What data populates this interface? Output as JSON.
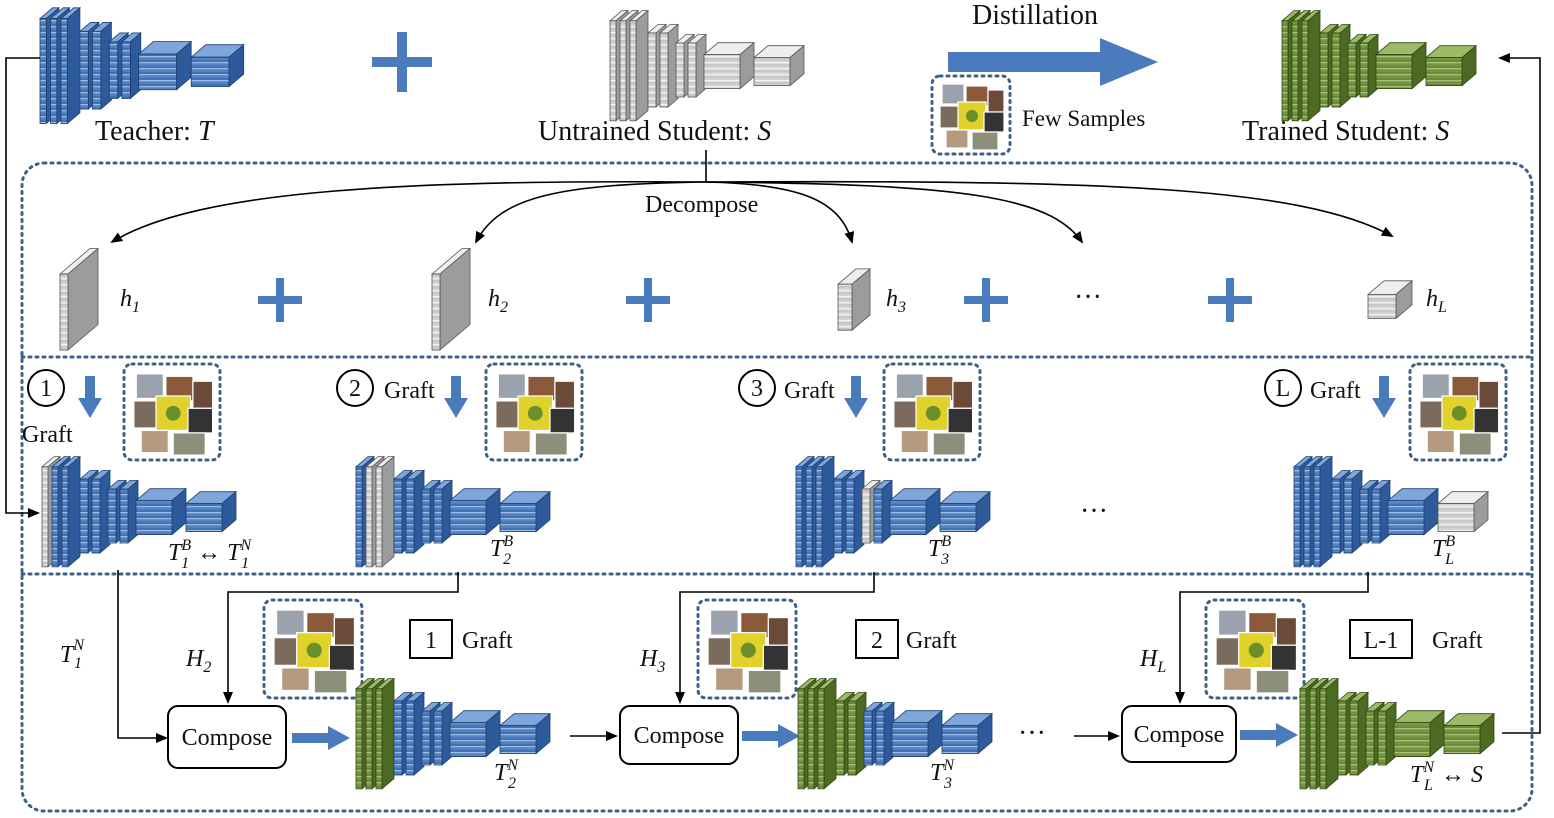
{
  "top": {
    "teacher_label": "Teacher: ",
    "teacher_symbol": "T",
    "untrained_label": "Untrained Student: ",
    "untrained_symbol": "S",
    "distillation_label": "Distillation",
    "few_samples_label": "Few Samples",
    "trained_label": "Trained Student: ",
    "trained_symbol": "S"
  },
  "decompose": {
    "label": "Decompose",
    "blocks": [
      {
        "name": "h",
        "sub": "1"
      },
      {
        "name": "h",
        "sub": "2"
      },
      {
        "name": "h",
        "sub": "3"
      },
      {
        "name": "h",
        "sub": "L"
      }
    ],
    "ellipsis": "···"
  },
  "graft_stage": {
    "steps": [
      {
        "circle": "1",
        "label": "Graft",
        "net": "T",
        "net_sup": "B",
        "net_sub": "1",
        "extra": "↔ T",
        "extra_sup": "N",
        "extra_sub": "1"
      },
      {
        "circle": "2",
        "label": "Graft",
        "net": "T",
        "net_sup": "B",
        "net_sub": "2"
      },
      {
        "circle": "3",
        "label": "Graft",
        "net": "T",
        "net_sup": "B",
        "net_sub": "3"
      },
      {
        "circle": "L",
        "label": "Graft",
        "net": "T",
        "net_sup": "B",
        "net_sub": "L"
      }
    ],
    "ellipsis": "···"
  },
  "compose_stage": {
    "input_label": "T",
    "input_sup": "N",
    "input_sub": "1",
    "steps": [
      {
        "h": "H",
        "h_sub": "2",
        "box": "1",
        "graft": "Graft",
        "compose": "Compose",
        "out": "T",
        "out_sup": "N",
        "out_sub": "2"
      },
      {
        "h": "H",
        "h_sub": "3",
        "box": "2",
        "graft": "Graft",
        "compose": "Compose",
        "out": "T",
        "out_sup": "N",
        "out_sub": "3"
      },
      {
        "h": "H",
        "h_sub": "L",
        "box": "L-1",
        "graft": "Graft",
        "compose": "Compose",
        "out": "T",
        "out_sup": "N",
        "out_sub": "L",
        "extra": "↔ S"
      }
    ],
    "ellipsis": "···"
  },
  "colors": {
    "teacher_blue": "#4a7bbd",
    "student_gray": "#c8c8c8",
    "trained_green": "#6f8f3a",
    "frame": "#3f5f86"
  }
}
